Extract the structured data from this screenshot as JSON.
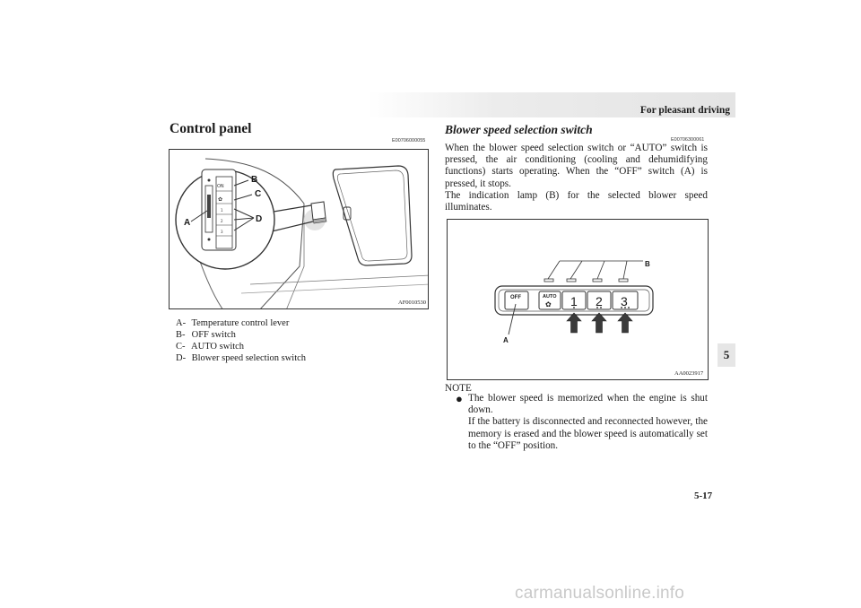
{
  "header": {
    "title": "For pleasant driving",
    "chapter_tab": "5"
  },
  "left": {
    "section_title": "Control panel",
    "section_code": "E00706000055",
    "figure": {
      "code": "AF0010530",
      "callouts": [
        "A",
        "B",
        "C",
        "D"
      ]
    },
    "legend": [
      {
        "key": "A-",
        "text": "Temperature control lever"
      },
      {
        "key": "B-",
        "text": "OFF switch"
      },
      {
        "key": "C-",
        "text": "AUTO switch"
      },
      {
        "key": "D-",
        "text": "Blower speed selection switch"
      }
    ]
  },
  "right": {
    "subsection_title": "Blower speed selection switch",
    "subsection_code": "E00706300061",
    "paragraphs": [
      "When the blower speed selection switch or “AUTO” switch is pressed, the air conditioning (cooling and dehumidifying functions) starts operating. When the “OFF” switch (A) is pressed, it stops.",
      "The indication lamp (B) for the selected blower speed illuminates."
    ],
    "figure": {
      "code": "AA0023917",
      "button_labels": [
        "OFF",
        "AUTO",
        "1",
        "2",
        "3"
      ],
      "callouts": [
        "A",
        "B"
      ]
    },
    "note": {
      "heading": "NOTE",
      "bullet": "●",
      "lines": [
        "The blower speed is memorized when the engine is shut down.",
        "If the battery is disconnected and reconnected however, the memory is erased and the blower speed is automatically set to the “OFF” position."
      ]
    }
  },
  "footer": {
    "page_number": "5-17",
    "watermark": "carmanualsonline.info"
  }
}
